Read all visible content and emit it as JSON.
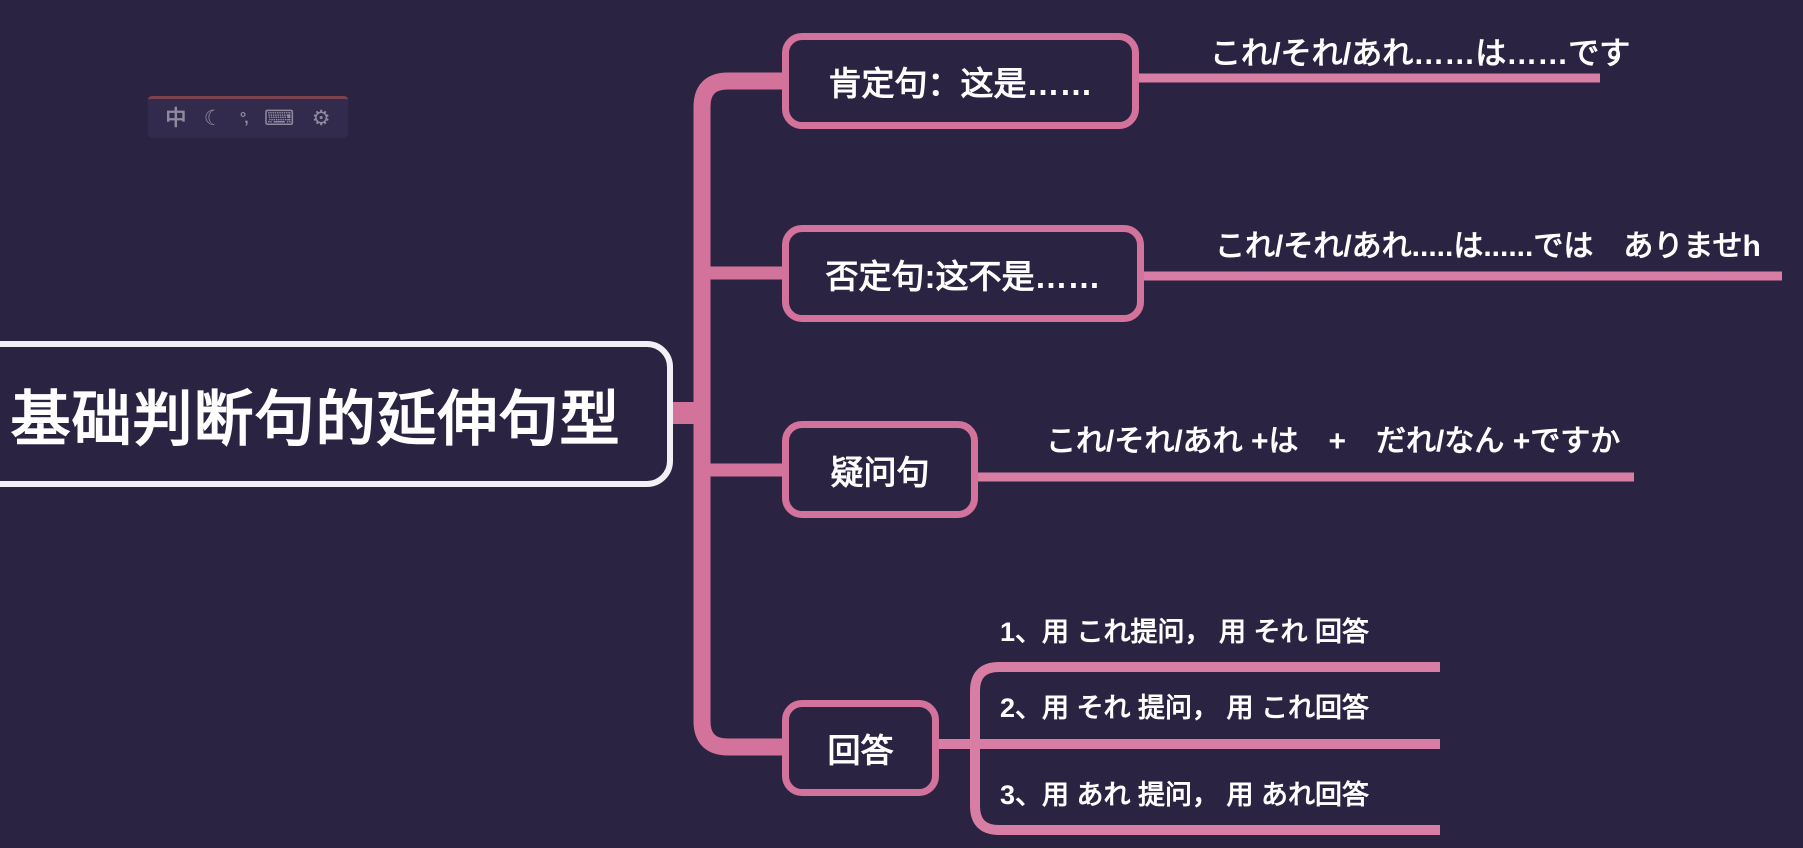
{
  "theme": {
    "background": "#2b2342",
    "branch_pink": "#d3739c",
    "line_pink": "#d87ea4",
    "root_border": "#f2f0f6",
    "text_color": "#ffffff",
    "toolbar_bg": "#322b4d",
    "toolbar_accent": "#7c434f",
    "toolbar_icon_color": "#8f8a9e"
  },
  "ime_toolbar": {
    "icons": [
      {
        "name": "chinese-input-mode",
        "glyph": "中"
      },
      {
        "name": "night-mode-moon",
        "glyph": "☾"
      },
      {
        "name": "punctuation-width",
        "glyph": "°,"
      },
      {
        "name": "virtual-keyboard",
        "glyph": "⌨"
      },
      {
        "name": "settings-gear",
        "glyph": "⚙"
      }
    ]
  },
  "mindmap": {
    "root": {
      "label": "基础判断句的延伸句型"
    },
    "branches": [
      {
        "label": "肯定句：这是……",
        "note": "これ/それ/あれ……は……です"
      },
      {
        "label": "否定句:这不是……",
        "note": "これ/それ/あれ.....は......では　ありませh"
      },
      {
        "label": "疑问句",
        "note": "これ/それ/あれ +は　+　だれ/なん +ですか"
      },
      {
        "label": "回答",
        "children": [
          {
            "note": "1、用 これ提问， 用 それ 回答"
          },
          {
            "note": "2、用 それ 提问， 用 これ回答"
          },
          {
            "note": "3、用 あれ 提问， 用 あれ回答"
          }
        ]
      }
    ]
  }
}
